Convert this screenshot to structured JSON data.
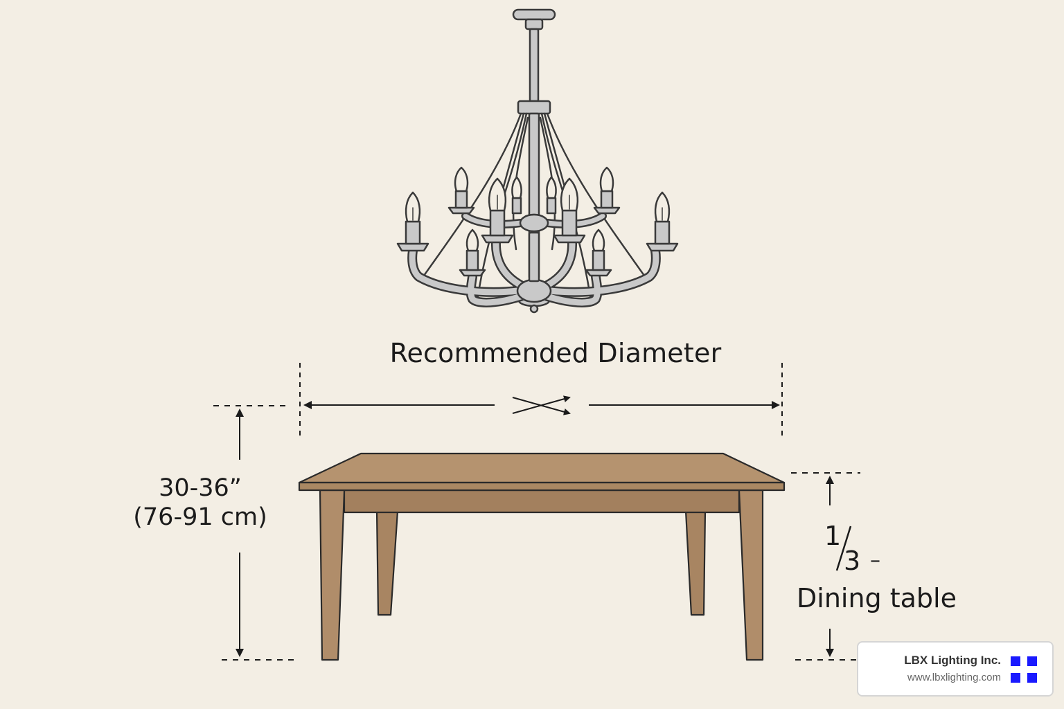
{
  "title": "Recommended Diameter",
  "height_label": {
    "line1": "30-36”",
    "line2": "(76-91 cm)"
  },
  "fraction": {
    "numerator": "1",
    "denominator": "3",
    "suffix": "–"
  },
  "table_label": "Dining table",
  "watermark": {
    "company": "LBX Lighting Inc.",
    "url": "www.lbxlighting.com",
    "logo_color": "#1a1aff"
  },
  "colors": {
    "background": "#f3eee4",
    "table_wood": "#b08d6a",
    "table_wood_dark": "#9e7b59",
    "chandelier_metal": "#c9c9c9",
    "line": "#1b1b1b"
  }
}
